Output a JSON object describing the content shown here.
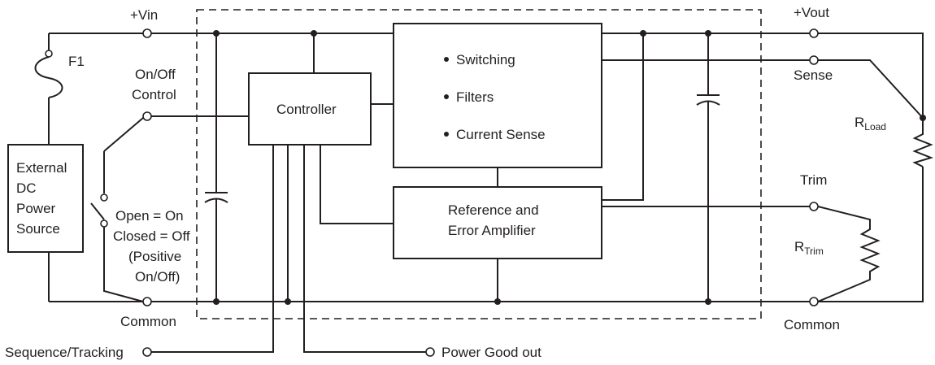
{
  "terminals": {
    "vin": "+Vin",
    "on_off_line1": "On/Off",
    "on_off_line2": "Control",
    "common_left": "Common",
    "vout": "+Vout",
    "sense": "Sense",
    "trim": "Trim",
    "common_right": "Common",
    "sequence": "Sequence/Tracking",
    "power_good": "Power Good out"
  },
  "fuse": {
    "label": "F1"
  },
  "source": {
    "lines": [
      "External",
      "DC",
      "Power",
      "Source"
    ]
  },
  "switch_note": {
    "lines": [
      "Open = On",
      "Closed = Off",
      "(Positive",
      "On/Off)"
    ]
  },
  "controller": {
    "label": "Controller"
  },
  "switching_block": {
    "bullets": [
      "Switching",
      "Filters",
      "Current Sense"
    ]
  },
  "reference_block": {
    "lines": [
      "Reference and",
      "Error Amplifier"
    ]
  },
  "load": {
    "r": "R",
    "sub": "Load"
  },
  "trim_res": {
    "r": "R",
    "sub": "Trim"
  }
}
